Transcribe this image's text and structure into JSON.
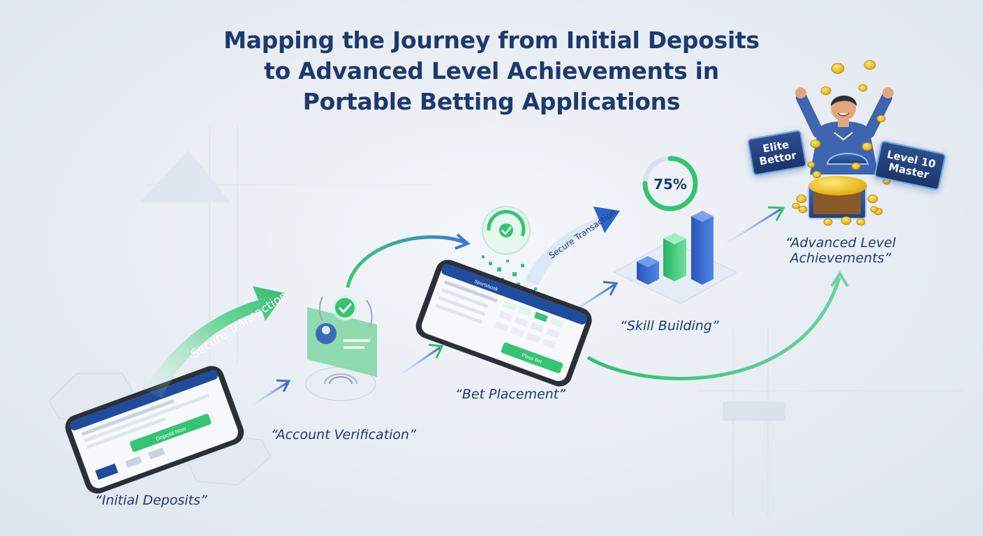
{
  "title": {
    "line1": "Mapping the Journey from Initial Deposits",
    "line2": "to Advanced Level Achievements in",
    "line3": "Portable Betting Applications"
  },
  "stages": {
    "initial": "“Initial Deposits”",
    "verification": "“Account Verification”",
    "bet": "“Bet Placement”",
    "skill": "“Skill Building”",
    "advanced_line1": "“Advanced Level",
    "advanced_line2": "Achievements”"
  },
  "arrow_labels": {
    "secure1": "Secure Transaction",
    "secure2": "Secure Transaction"
  },
  "progress": {
    "label": "75%",
    "value": 0.75
  },
  "badges": {
    "elite_line1": "Elite",
    "elite_line2": "Bettor",
    "level_line1": "Level 10",
    "level_line2": "Master"
  },
  "phone_deposit": {
    "button": "Deposit Now"
  },
  "phone_bet": {
    "header": "Sportsbook",
    "button": "Place Bet"
  },
  "colors": {
    "navy": "#1d3a6e",
    "green": "#2fbf6a",
    "blue": "#2f63c9",
    "accent_light": "#bfe9d0"
  }
}
